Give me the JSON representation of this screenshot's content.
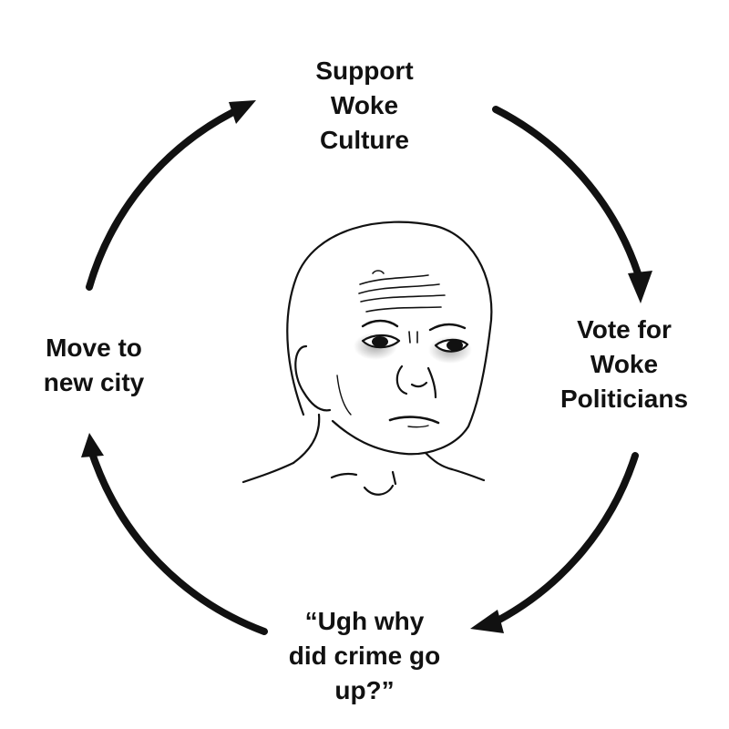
{
  "nodes": {
    "top": [
      "Support",
      "Woke",
      "Culture"
    ],
    "right": [
      "Vote for",
      "Woke",
      "Politicians"
    ],
    "bottom": [
      "“Ugh why",
      "did crime go",
      "up?”"
    ],
    "left": [
      "Move to",
      "new city"
    ]
  },
  "colors": {
    "stroke": "#111111",
    "background": "#ffffff",
    "eye_shadow": "#9a9a9a"
  },
  "icons": {
    "center": "sad-wojak-face"
  }
}
